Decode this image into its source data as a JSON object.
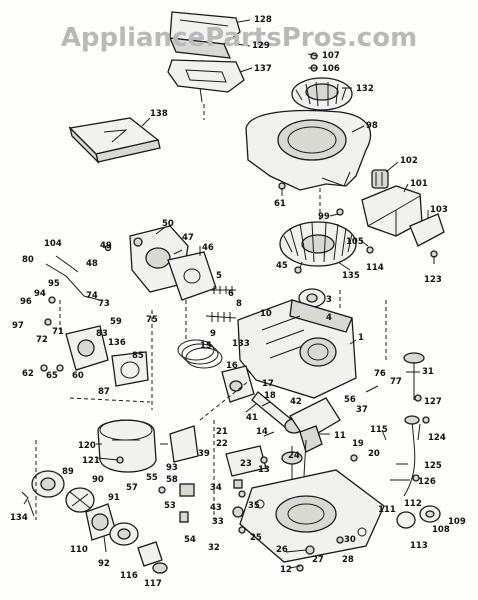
{
  "watermark": "AppliancePartsPros.com",
  "labels": {
    "p128": "128",
    "p129": "129",
    "p107": "107",
    "p106": "106",
    "p137": "137",
    "p132": "132",
    "p138": "138",
    "p98": "98",
    "p102": "102",
    "p101": "101",
    "p103": "103",
    "p61": "61",
    "p99": "99",
    "p105": "105",
    "p114": "114",
    "p123": "123",
    "p50": "50",
    "p47": "47",
    "p46": "46",
    "p49": "49",
    "p104": "104",
    "p80": "80",
    "p48": "48",
    "p95": "95",
    "p94": "94",
    "p74": "74",
    "p73": "73",
    "p96": "96",
    "p97": "97",
    "p71": "71",
    "p72": "72",
    "p59": "59",
    "p83": "83",
    "p136": "136",
    "p62": "62",
    "p65": "65",
    "p60": "60",
    "p85": "85",
    "p87": "87",
    "p75": "75",
    "p45": "45",
    "p135": "135",
    "p5": "5",
    "p6": "6",
    "p8": "8",
    "p9": "9",
    "p10": "10",
    "p3": "3",
    "p4": "4",
    "p15": "15",
    "p133": "133",
    "p1": "1",
    "p16": "16",
    "p31": "31",
    "p76": "76",
    "p77": "77",
    "p17": "17",
    "p18": "18",
    "p42": "42",
    "p56": "56",
    "p37": "37",
    "p115": "115",
    "p127": "127",
    "p124": "124",
    "p41": "41",
    "p11": "11",
    "p21": "21",
    "p22": "22",
    "p14": "14",
    "p120": "120",
    "p39": "39",
    "p24": "24",
    "p19": "19",
    "p20": "20",
    "p125": "125",
    "p23": "23",
    "p121": "121",
    "p93": "93",
    "p58": "58",
    "p13": "13",
    "p126": "126",
    "p55": "55",
    "p57": "57",
    "p53": "53",
    "p34": "34",
    "p89": "89",
    "p90": "90",
    "p91": "91",
    "p134": "134",
    "p43": "43",
    "p33": "33",
    "p35": "35",
    "p25": "25",
    "p111": "111",
    "p112": "112",
    "p108": "108",
    "p109": "109",
    "p113": "113",
    "p110": "110",
    "p54": "54",
    "p32": "32",
    "p30": "30",
    "p26": "26",
    "p27": "27",
    "p28": "28",
    "p12": "12",
    "p92": "92",
    "p116": "116",
    "p117": "117"
  },
  "colors": {
    "ink": "#1a1a1a",
    "watermark": "#b9b9b9",
    "paper": "#fdfdfb"
  }
}
